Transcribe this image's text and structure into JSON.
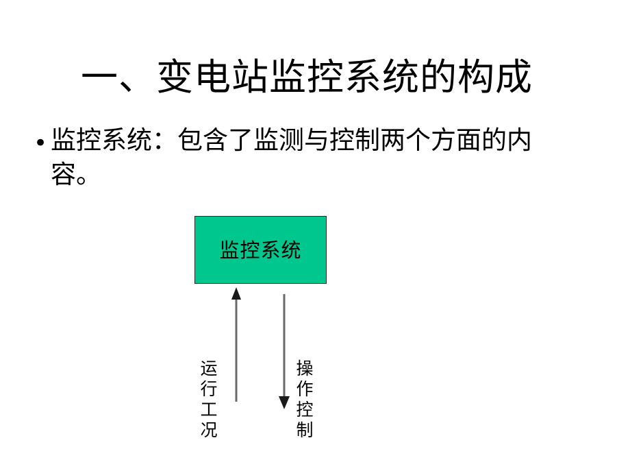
{
  "slide": {
    "background_color": "#ffffff",
    "title": "一、变电站监控系统的构成",
    "bullet": {
      "marker": "•",
      "text": "监控系统：包含了监测与控制两个方面的内容。"
    }
  },
  "diagram": {
    "box": {
      "label": "监控系统",
      "fill_color": "#00c78e",
      "border_color": "#2b2b2b"
    },
    "arrows": [
      {
        "name": "up-arrow",
        "direction": "up",
        "label": "运行工况",
        "color": "#6b6b6b"
      },
      {
        "name": "down-arrow",
        "direction": "down",
        "label": "操作控制",
        "color": "#6b6b6b"
      }
    ],
    "labels": {
      "left": "运行工况",
      "right": "操作控制"
    }
  }
}
